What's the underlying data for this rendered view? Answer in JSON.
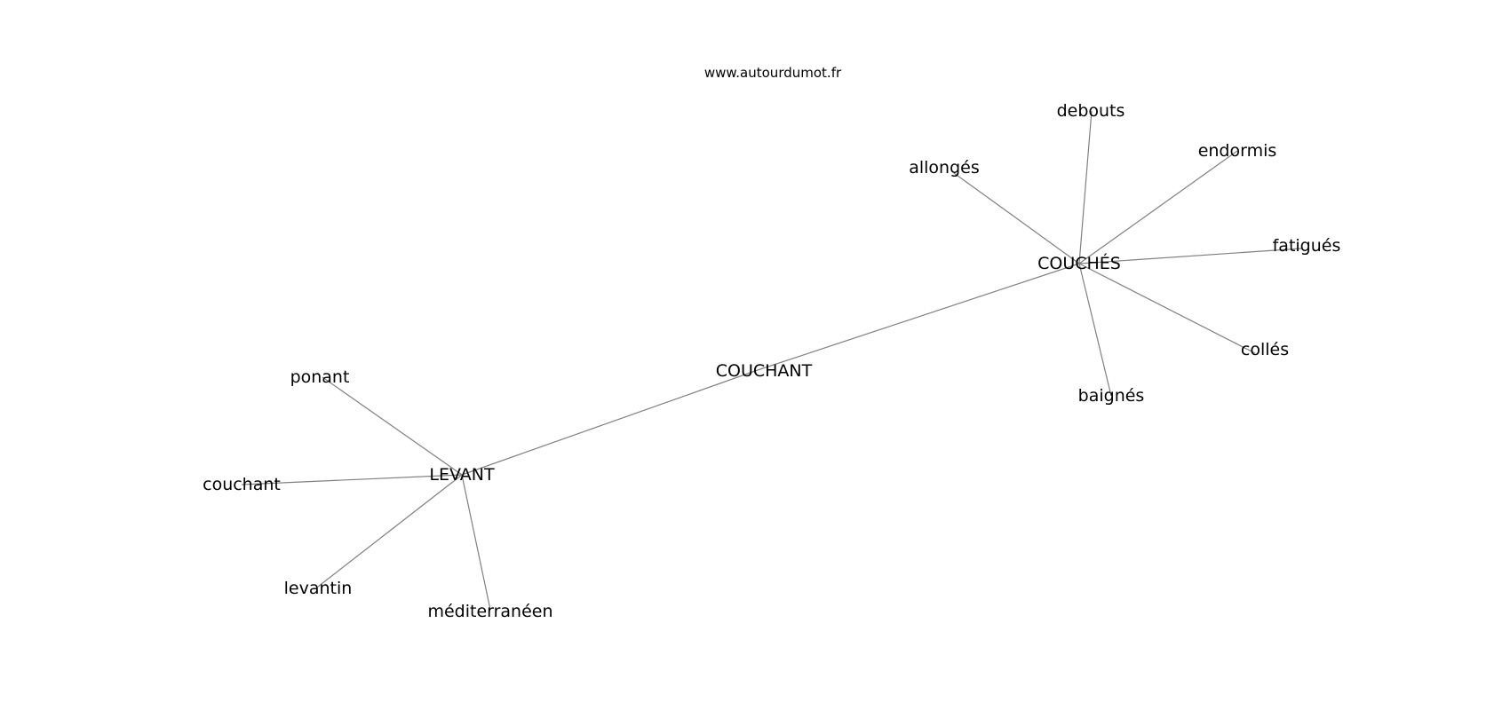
{
  "source_text": "www.autourdumot.fr",
  "graph": {
    "center": "COUCHANT",
    "nodes": [
      {
        "id": "couchant_center",
        "label": "COUCHANT"
      },
      {
        "id": "couches",
        "label": "COUCHÉS"
      },
      {
        "id": "levant",
        "label": "LEVANT"
      },
      {
        "id": "debouts",
        "label": "debouts"
      },
      {
        "id": "endormis",
        "label": "endormis"
      },
      {
        "id": "allonges",
        "label": "allongés"
      },
      {
        "id": "fatigues",
        "label": "fatigués"
      },
      {
        "id": "colles",
        "label": "collés"
      },
      {
        "id": "baignes",
        "label": "baignés"
      },
      {
        "id": "ponant",
        "label": "ponant"
      },
      {
        "id": "couchant",
        "label": "couchant"
      },
      {
        "id": "levantin",
        "label": "levantin"
      },
      {
        "id": "mediterraneen",
        "label": "méditerranéen"
      }
    ],
    "edges": [
      [
        "couchant_center",
        "couches"
      ],
      [
        "couchant_center",
        "levant"
      ],
      [
        "couches",
        "debouts"
      ],
      [
        "couches",
        "endormis"
      ],
      [
        "couches",
        "allonges"
      ],
      [
        "couches",
        "fatigues"
      ],
      [
        "couches",
        "colles"
      ],
      [
        "couches",
        "baignes"
      ],
      [
        "levant",
        "ponant"
      ],
      [
        "levant",
        "couchant"
      ],
      [
        "levant",
        "levantin"
      ],
      [
        "levant",
        "mediterraneen"
      ]
    ]
  }
}
